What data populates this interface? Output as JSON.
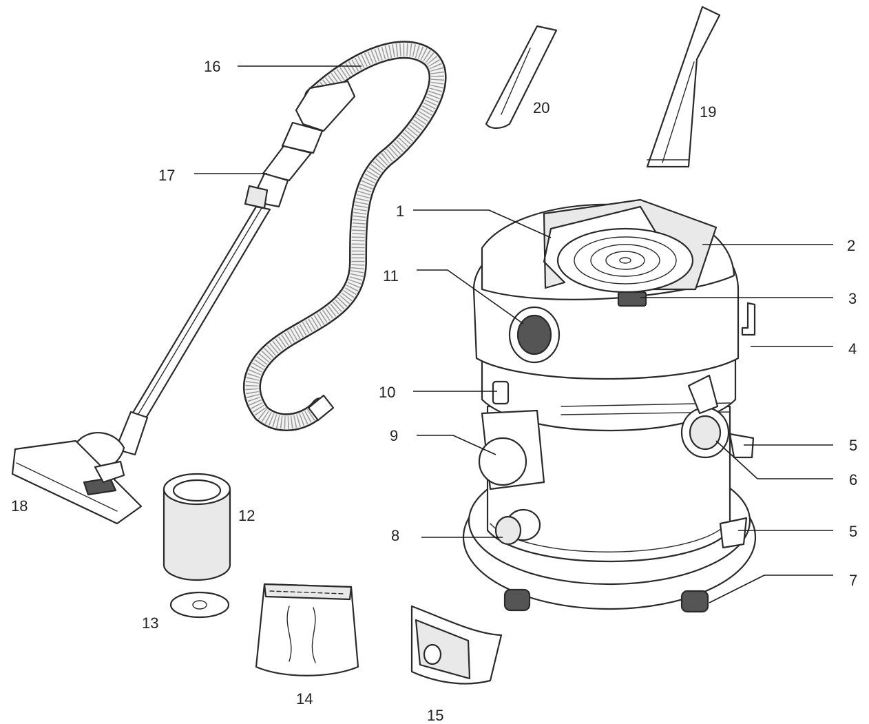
{
  "callouts": [
    {
      "id": "1",
      "text": "1"
    },
    {
      "id": "2",
      "text": "2"
    },
    {
      "id": "3",
      "text": "3"
    },
    {
      "id": "4",
      "text": "4"
    },
    {
      "id": "5a",
      "text": "5"
    },
    {
      "id": "6",
      "text": "6"
    },
    {
      "id": "5b",
      "text": "5"
    },
    {
      "id": "7",
      "text": "7"
    },
    {
      "id": "8",
      "text": "8"
    },
    {
      "id": "9",
      "text": "9"
    },
    {
      "id": "10",
      "text": "10"
    },
    {
      "id": "11",
      "text": "11"
    },
    {
      "id": "12",
      "text": "12"
    },
    {
      "id": "13",
      "text": "13"
    },
    {
      "id": "14",
      "text": "14"
    },
    {
      "id": "15",
      "text": "15"
    },
    {
      "id": "16",
      "text": "16"
    },
    {
      "id": "17",
      "text": "17"
    },
    {
      "id": "18",
      "text": "18"
    },
    {
      "id": "19",
      "text": "19"
    },
    {
      "id": "20",
      "text": "20"
    }
  ]
}
